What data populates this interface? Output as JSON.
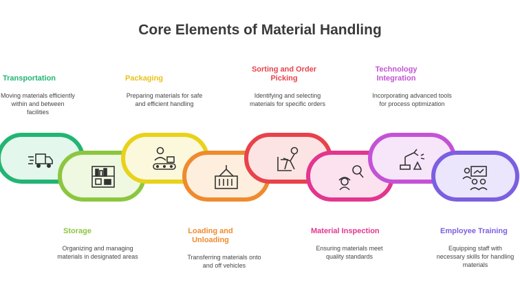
{
  "title": "Core Elements of Material Handling",
  "elements": [
    {
      "label": "Transportation",
      "desc": "Moving materials efficiently within and between facilities",
      "color": "#22b573",
      "fill": "#e4f7ec",
      "icon": "delivery-truck-icon",
      "pos": "top"
    },
    {
      "label": "Storage",
      "desc": "Organizing and managing materials in designated areas",
      "color": "#8cc63f",
      "fill": "#eff8e1",
      "icon": "warehouse-shelf-icon",
      "pos": "bottom"
    },
    {
      "label": "Packaging",
      "desc": "Preparing materials for safe and efficient handling",
      "color": "#e8d21a",
      "fill": "#fcf8dc",
      "icon": "conveyor-worker-icon",
      "pos": "top"
    },
    {
      "label": "Loading and Unloading",
      "desc": "Transferring materials onto and off vehicles",
      "color": "#ef8a2e",
      "fill": "#fdeedd",
      "icon": "container-crane-icon",
      "pos": "bottom"
    },
    {
      "label": "Sorting and Order Picking",
      "desc": "Identifying and selecting materials for specific orders",
      "color": "#e8424a",
      "fill": "#fde4e4",
      "icon": "worker-picking-icon",
      "pos": "top"
    },
    {
      "label": "Material Inspection",
      "desc": "Ensuring materials meet quality standards",
      "color": "#e2368f",
      "fill": "#fce2ef",
      "icon": "inspector-magnifier-icon",
      "pos": "bottom"
    },
    {
      "label": "Technology Integration",
      "desc": "Incorporating advanced tools for process optimization",
      "color": "#c452d6",
      "fill": "#f7e5fa",
      "icon": "robotic-arm-icon",
      "pos": "top"
    },
    {
      "label": "Employee Training",
      "desc": "Equipping staff with necessary skills for handling materials",
      "color": "#7b5fe0",
      "fill": "#ebe6fb",
      "icon": "training-presentation-icon",
      "pos": "bottom"
    }
  ]
}
